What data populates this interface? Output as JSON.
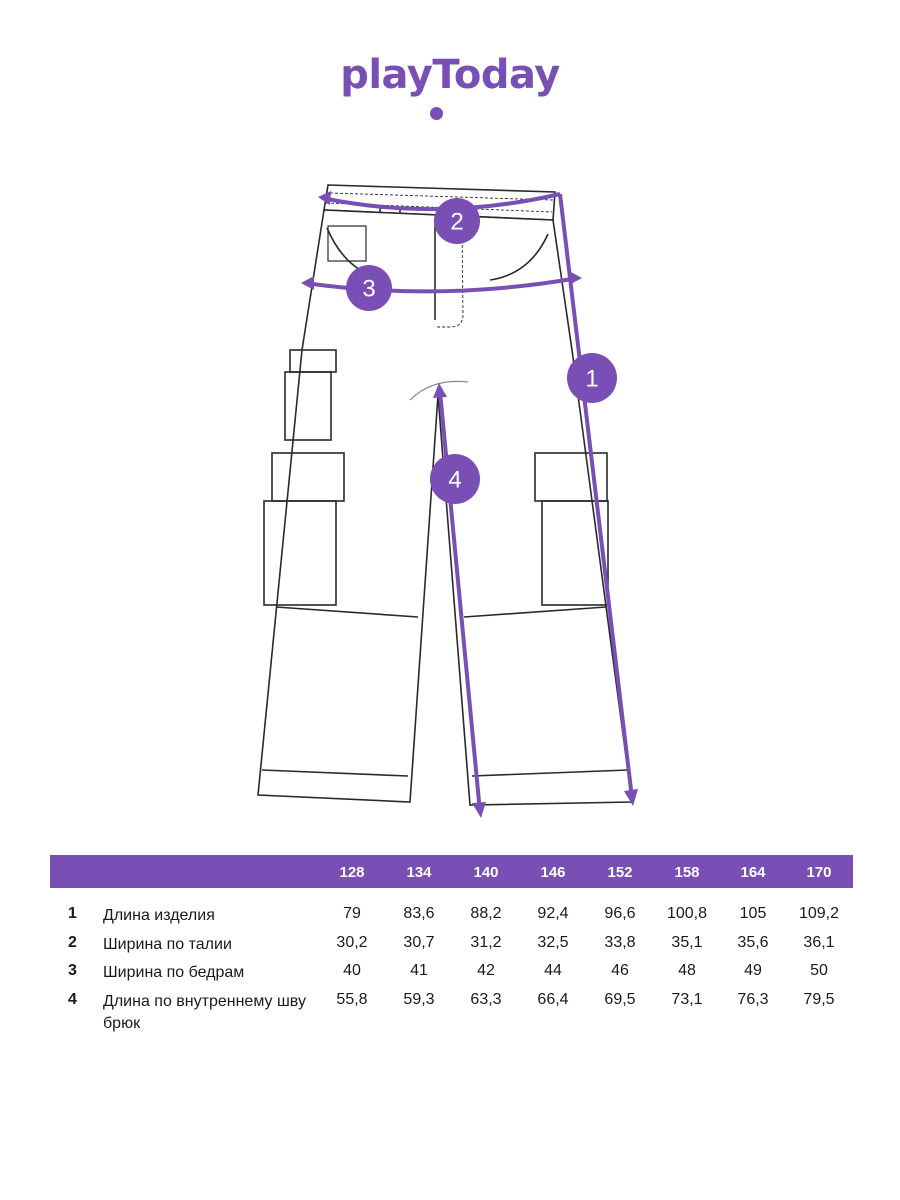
{
  "brand": {
    "logo_text": "playToday",
    "accent_color": "#7a4fb5"
  },
  "diagram": {
    "markers": [
      "1",
      "2",
      "3",
      "4"
    ]
  },
  "size_table": {
    "sizes": [
      "128",
      "134",
      "140",
      "146",
      "152",
      "158",
      "164",
      "170"
    ],
    "rows": [
      {
        "num": "1",
        "label": "Длина изделия",
        "values": [
          "79",
          "83,6",
          "88,2",
          "92,4",
          "96,6",
          "100,8",
          "105",
          "109,2"
        ]
      },
      {
        "num": "2",
        "label": "Ширина по талии",
        "values": [
          "30,2",
          "30,7",
          "31,2",
          "32,5",
          "33,8",
          "35,1",
          "35,6",
          "36,1"
        ]
      },
      {
        "num": "3",
        "label": "Ширина по бедрам",
        "values": [
          "40",
          "41",
          "42",
          "44",
          "46",
          "48",
          "49",
          "50"
        ]
      },
      {
        "num": "4",
        "label": "Длина по внутреннему шву брюк",
        "values": [
          "55,8",
          "59,3",
          "63,3",
          "66,4",
          "69,5",
          "73,1",
          "76,3",
          "79,5"
        ]
      }
    ]
  }
}
